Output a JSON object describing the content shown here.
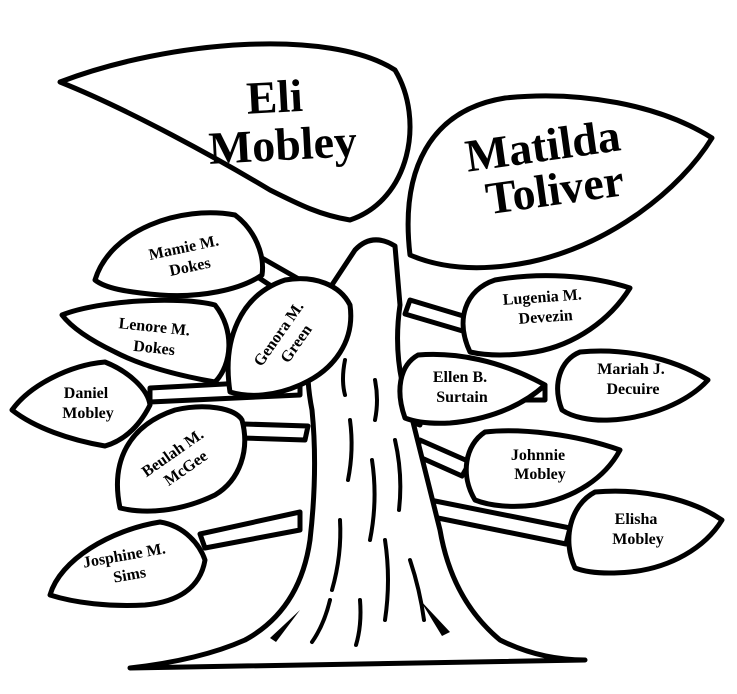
{
  "parents": {
    "father": [
      "Eli",
      "Mobley"
    ],
    "mother": [
      "Matilda",
      "Toliver"
    ]
  },
  "children": [
    {
      "id": "mamie",
      "lines": [
        "Mamie M.",
        "Dokes"
      ]
    },
    {
      "id": "lenore",
      "lines": [
        "Lenore M.",
        "Dokes"
      ]
    },
    {
      "id": "genora",
      "lines": [
        "Genora M.",
        "Green"
      ]
    },
    {
      "id": "daniel",
      "lines": [
        "Daniel",
        "Mobley"
      ]
    },
    {
      "id": "beulah",
      "lines": [
        "Beulah M.",
        "McGee"
      ]
    },
    {
      "id": "josphine",
      "lines": [
        "Josphine M.",
        "Sims"
      ]
    },
    {
      "id": "lugenia",
      "lines": [
        "Lugenia M.",
        "Devezin"
      ]
    },
    {
      "id": "ellen",
      "lines": [
        "Ellen B.",
        "Surtain"
      ]
    },
    {
      "id": "mariah",
      "lines": [
        "Mariah J.",
        "Decuire"
      ]
    },
    {
      "id": "johnnie",
      "lines": [
        "Johnnie",
        "Mobley"
      ]
    },
    {
      "id": "elisha",
      "lines": [
        "Elisha",
        "Mobley"
      ]
    }
  ]
}
